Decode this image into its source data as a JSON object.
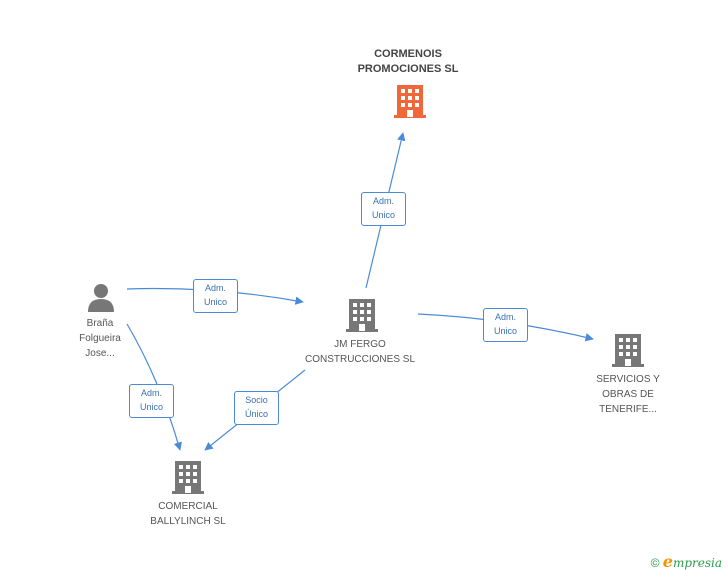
{
  "nodes": {
    "cormenois": {
      "label": "CORMENOIS\nPROMOCIONES SL",
      "type": "company-highlight",
      "color": "#f0683a"
    },
    "jmfergo": {
      "label": "JM FERGO\nCONSTRUCCIONES SL",
      "type": "company",
      "color": "#777777"
    },
    "servicios": {
      "label": "SERVICIOS Y\nOBRAS DE\nTENERIFE...",
      "type": "company",
      "color": "#777777"
    },
    "comercial": {
      "label": "COMERCIAL\nBALLYLINCH SL",
      "type": "company",
      "color": "#777777"
    },
    "person": {
      "label": "Braña\nFolgueira\nJose...",
      "type": "person",
      "color": "#777777"
    }
  },
  "edges": [
    {
      "from": "jmfergo",
      "to": "cormenois",
      "label": "Adm.\nUnico"
    },
    {
      "from": "person",
      "to": "jmfergo",
      "label": "Adm.\nUnico"
    },
    {
      "from": "jmfergo",
      "to": "servicios",
      "label": "Adm.\nUnico"
    },
    {
      "from": "person",
      "to": "comercial",
      "label": "Adm.\nUnico"
    },
    {
      "from": "jmfergo",
      "to": "comercial",
      "label": "Socio\nÚnico"
    }
  ],
  "colors": {
    "edge": "#4a8ad6"
  },
  "footer": {
    "copyright": "©",
    "brand_e": "e",
    "brand_rest": "mpresia"
  }
}
